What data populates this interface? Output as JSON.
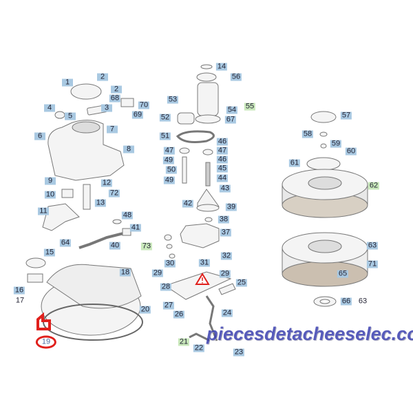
{
  "diagram": {
    "watermark": "piecesdetacheeselec.com",
    "colors": {
      "label_blue": "#a9c9e2",
      "label_green": "#c9e8bb",
      "warning_red": "#e0201c"
    },
    "labels": {
      "l1": "1",
      "l2a": "2",
      "l2b": "2",
      "l68": "68",
      "l70": "70",
      "l3": "3",
      "l69": "69",
      "l4": "4",
      "l5": "5",
      "l6": "6",
      "l7": "7",
      "l8": "8",
      "l9": "9",
      "l10": "10",
      "l12": "12",
      "l72": "72",
      "l13": "13",
      "l11": "11",
      "l48": "48",
      "l41": "41",
      "l40": "40",
      "l64": "64",
      "l15": "15",
      "l16": "16",
      "l17": "17",
      "l18": "18",
      "l20": "20",
      "l19": "19",
      "l14": "14",
      "l56": "56",
      "l53": "53",
      "l55": "55",
      "l54": "54",
      "l67": "67",
      "l52": "52",
      "l51": "51",
      "l47a": "47",
      "l46a": "46",
      "l47b": "47",
      "l46b": "46",
      "l45": "45",
      "l49a": "49",
      "l50": "50",
      "l49b": "49",
      "l44": "44",
      "l43": "43",
      "l42": "42",
      "l39": "39",
      "l38": "38",
      "l37": "37",
      "l73": "73",
      "l31": "31",
      "l32": "32",
      "l30": "30",
      "l29a": "29",
      "l29b": "29",
      "l28": "28",
      "l25": "25",
      "l27": "27",
      "l26": "26",
      "l24": "24",
      "l21": "21",
      "l22": "22",
      "l23": "23",
      "l57": "57",
      "l58": "58",
      "l59": "59",
      "l60": "60",
      "l61": "61",
      "l62": "62",
      "l63a": "63",
      "l71": "71",
      "l65": "65",
      "l66": "66",
      "l63b": "63"
    }
  }
}
